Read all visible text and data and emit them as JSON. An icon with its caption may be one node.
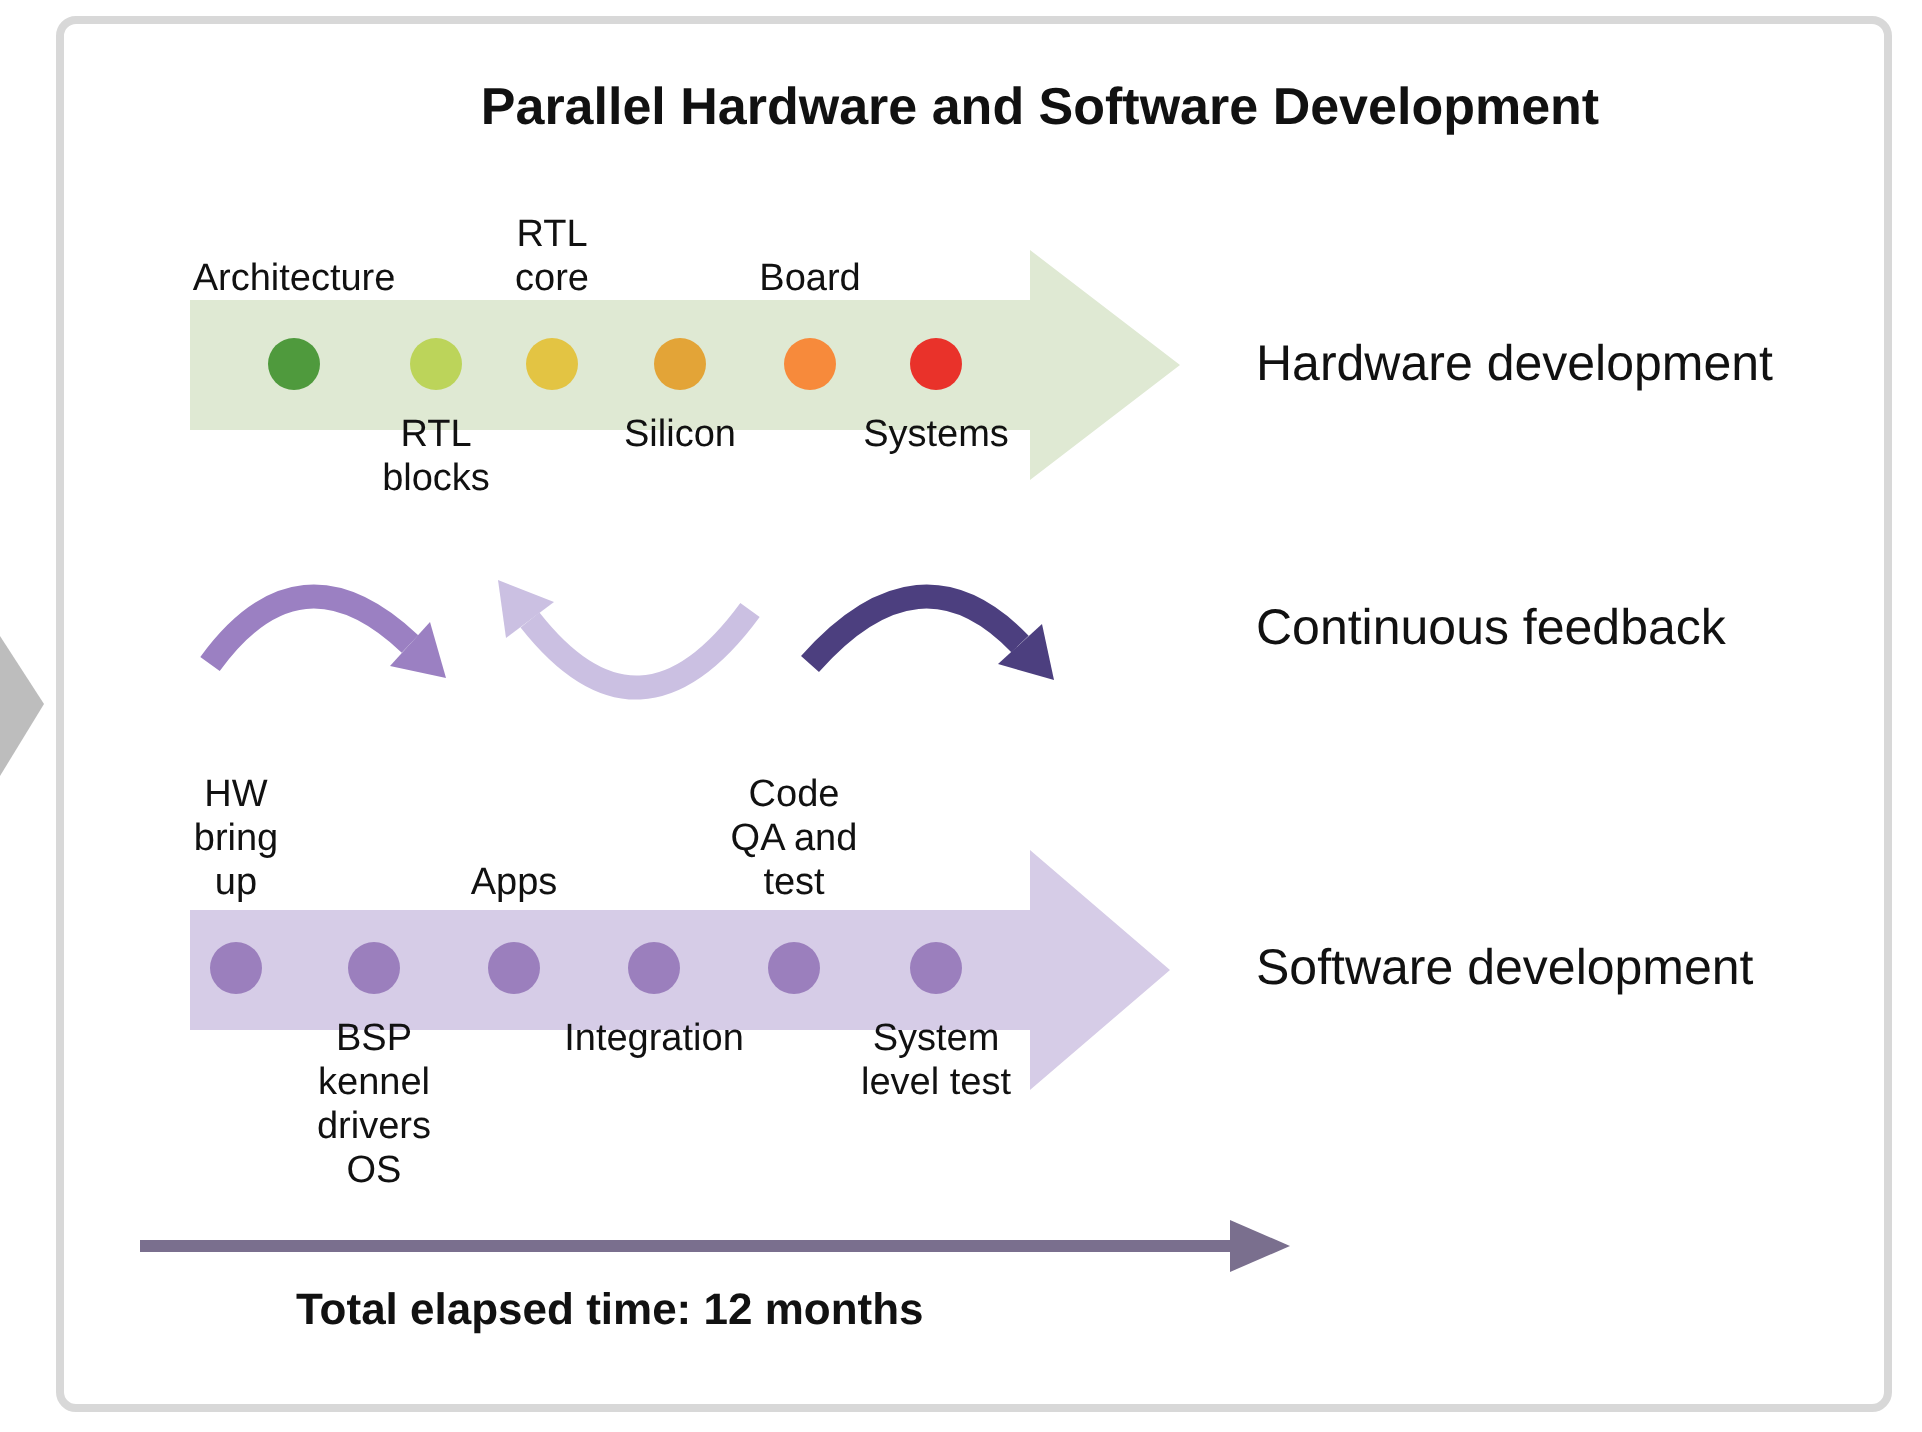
{
  "diagram": {
    "title": "Parallel Hardware and Software Development",
    "nodes": [
      {
        "text": [
          "Hardware development"
        ]
      },
      {
        "text": [
          "Architecture"
        ],
        "in": 0
      },
      {
        "text": [
          "RTL blocks"
        ],
        "in": 0
      },
      {
        "text": [
          "RTL core"
        ],
        "in": 0
      },
      {
        "text": [
          "Silicon"
        ],
        "in": 0
      },
      {
        "text": [
          "Board"
        ],
        "in": 0
      },
      {
        "text": [
          "Systems"
        ],
        "in": 0
      },
      {
        "text": [
          "Software development"
        ]
      },
      {
        "text": [
          "HW bring up"
        ],
        "in": 7
      },
      {
        "text": [
          "BSP kennel drivers OS"
        ],
        "in": 7
      },
      {
        "text": [
          "Apps"
        ],
        "in": 7
      },
      {
        "text": [
          "Integration"
        ],
        "in": 7
      },
      {
        "text": [
          "Code QA and test"
        ],
        "in": 7
      },
      {
        "text": [
          "System level test"
        ],
        "in": 7
      }
    ],
    "labels": [
      "Continuous feedback",
      "Total elapsed time: 12 months"
    ]
  }
}
